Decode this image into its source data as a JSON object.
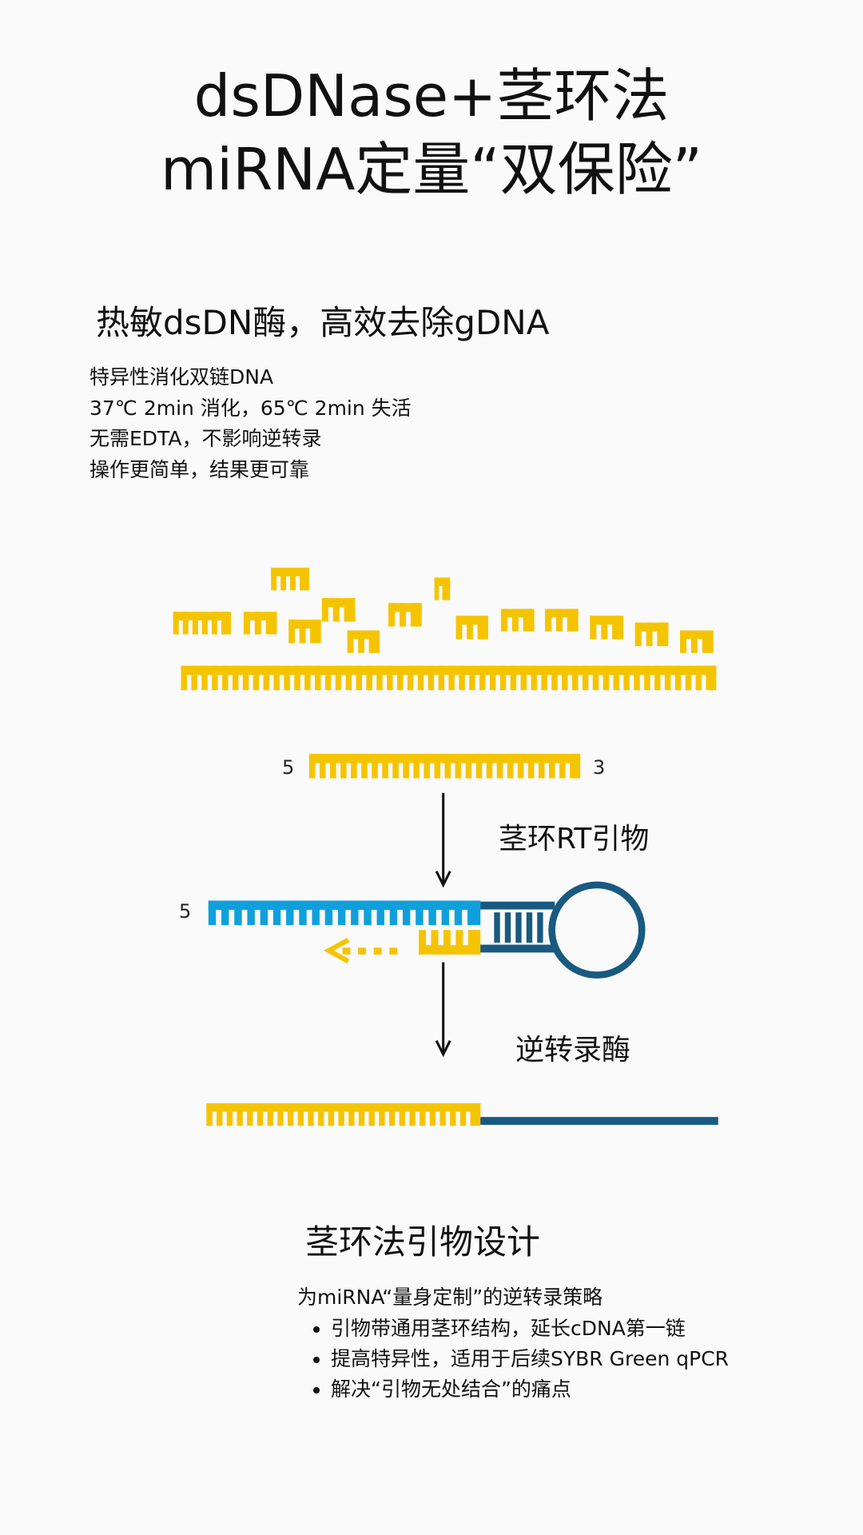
{
  "title": {
    "line1": "dsDNase+茎环法",
    "line2": "miRNA定量“双保险”"
  },
  "section1": {
    "heading": "热敏dsDN酶，高效去除gDNA",
    "lines": [
      "特异性消化双链DNA",
      "37℃ 2min 消化，65℃ 2min 失活",
      "无需EDTA，不影响逆转录",
      "操作更简单，结果更可靠"
    ]
  },
  "diagram": {
    "label_5_top": "5",
    "label_3_top": "3",
    "label_5_mid": "5",
    "step1": "茎环RT引物",
    "step2": "逆转录酶",
    "colors": {
      "yellow": "#f5c400",
      "blue": "#0fa0dc",
      "dark_blue": "#185a80"
    }
  },
  "section2": {
    "heading": "茎环法引物设计",
    "intro": "为miRNA“量身定制”的逆转录策略",
    "bullets": [
      "引物带通用茎环结构，延长cDNA第一链",
      "提高特异性，适用于后续SYBR Green qPCR",
      "解决“引物无处结合”的痛点"
    ]
  }
}
